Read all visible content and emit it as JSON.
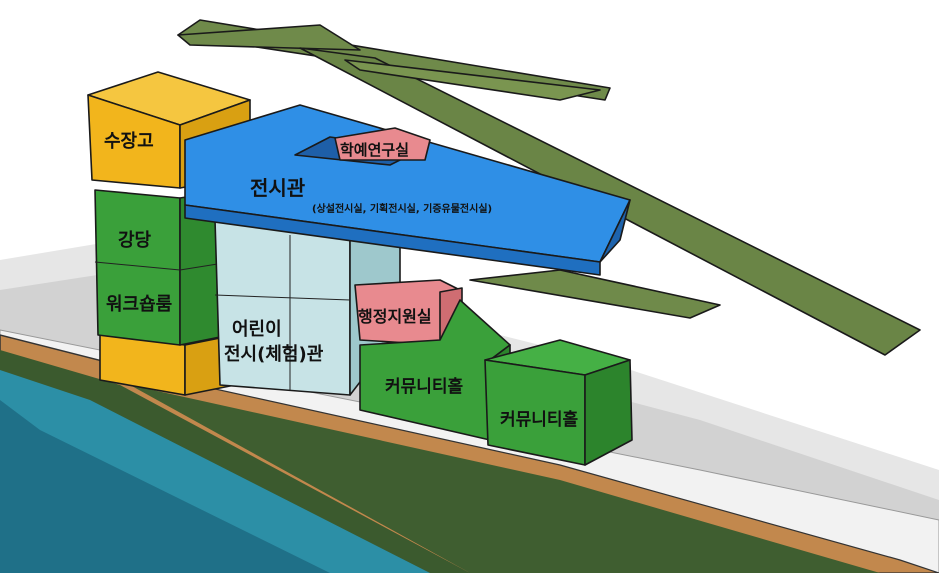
{
  "labels": {
    "storage": "수장고",
    "exhibition_hall": "전시관",
    "exhibition_detail": "(상설전시실, 기획전시실, 기증유물전시실)",
    "research_room": "학예연구실",
    "auditorium": "강당",
    "workshop": "워크숍룸",
    "kids_line1": "어린이",
    "kids_line2": "전시(체험)관",
    "admin_office": "행정지원실",
    "community_hall_1": "커뮤니티홀",
    "community_hall_2": "커뮤니티홀"
  },
  "colors": {
    "exhibition_blue": "#2f8fe6",
    "storage_yellow": "#f2b51c",
    "hall_green": "#3aa03a",
    "kids_lightblue": "#bfdde0",
    "admin_pink": "#e88a8f",
    "roof_olive": "#6f8a4a",
    "water": "#2c8fa6"
  }
}
